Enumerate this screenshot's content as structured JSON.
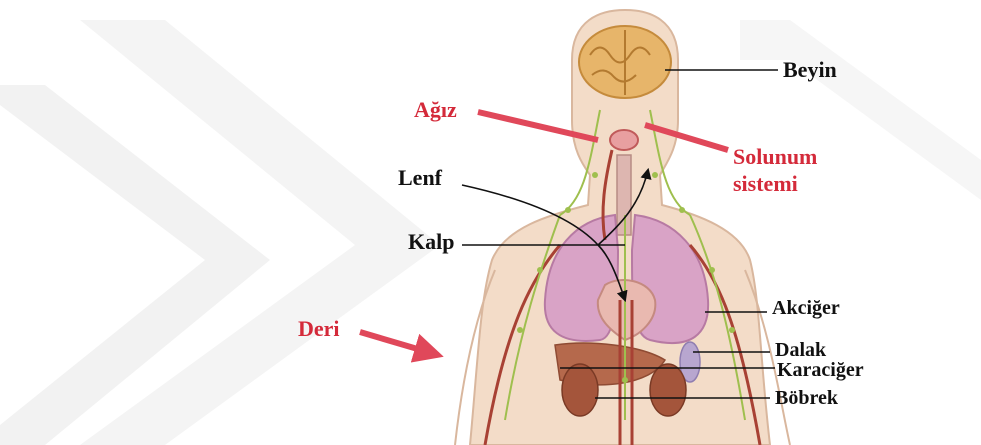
{
  "colors": {
    "label_black": "#111111",
    "label_red": "#d42a3a",
    "skin": "#f3dcc8",
    "skin_outline": "#d9b79e",
    "brain": "#e7b56a",
    "lung": "#d9a3c6",
    "heart": "#e9b9b0",
    "liver": "#b5694c",
    "kidney": "#a4553b",
    "spleen": "#b8a6cf",
    "vessel": "#a84134",
    "lymph": "#9fbf4e",
    "chevron": "#f2f2f2"
  },
  "labels": {
    "beyin": "Beyin",
    "agiz": "Ağız",
    "solunum_line1": "Solunum",
    "solunum_line2": "sistemi",
    "lenf": "Lenf",
    "kalp": "Kalp",
    "deri": "Deri",
    "akciger": "Akciğer",
    "dalak": "Dalak",
    "karaciger": "Karaciğer",
    "bobrek": "Böbrek"
  }
}
